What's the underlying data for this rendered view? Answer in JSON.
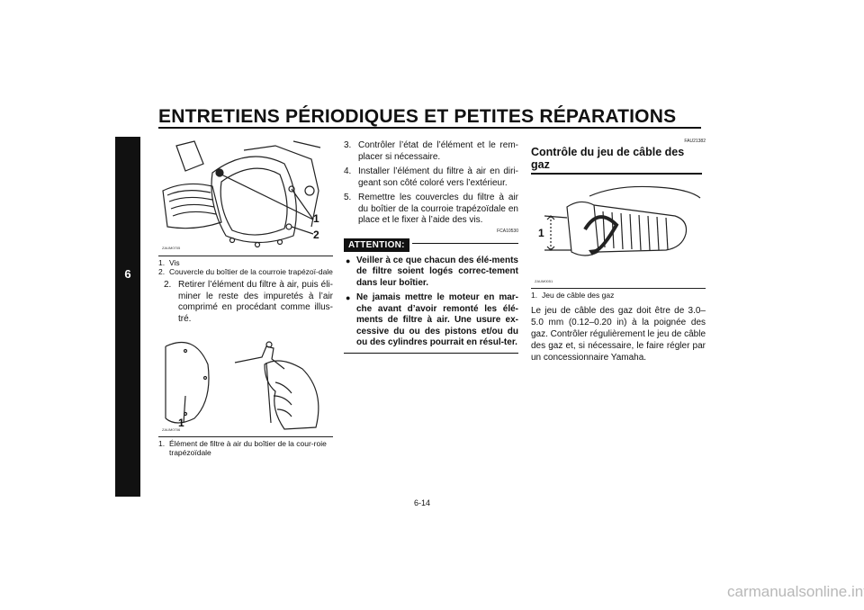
{
  "header": {
    "title": "ENTRETIENS PÉRIODIQUES ET PETITES RÉPARATIONS",
    "chapter_tab": "6"
  },
  "column1": {
    "figure1": {
      "code": "ZAUM0705",
      "callouts": [
        "1",
        "2"
      ],
      "captions": [
        {
          "num": "1.",
          "text": "Vis"
        },
        {
          "num": "2.",
          "text": "Couvercle du boîtier de la courroie trapézoï-dale"
        }
      ]
    },
    "step2": {
      "num": "2.",
      "text": "Retirer l’élément du filtre à air, puis éli-miner le reste des impuretés à l’air comprimé en procédant comme illus-tré."
    },
    "figure2": {
      "code": "ZAUM0706",
      "callouts": [
        "1"
      ],
      "captions": [
        {
          "num": "1.",
          "text": "Élément de filtre à air du boîtier de la cour-roie trapézoïdale"
        }
      ]
    }
  },
  "column2": {
    "steps": [
      {
        "num": "3.",
        "text": "Contrôler l’état de l’élément et le rem-placer si nécessaire."
      },
      {
        "num": "4.",
        "text": "Installer l’élément du filtre à air en diri-geant son côté coloré vers l’extérieur."
      },
      {
        "num": "5.",
        "text": "Remettre les couvercles du filtre à air du boîtier de la courroie trapézoïdale en place et le fixer à l’aide des vis."
      }
    ],
    "code": "FCA10530",
    "attention": {
      "label": "ATTENTION:",
      "bullets": [
        "Veiller à ce que chacun des élé-ments de filtre soient logés correc-tement dans leur boîtier.",
        "Ne jamais mettre le moteur en mar-che avant d’avoir remonté les élé-ments de filtre à air. Une usure ex-cessive du ou des pistons et/ou du ou des cylindres pourrait en résul-ter."
      ]
    }
  },
  "column3": {
    "code": "FAU21382",
    "section_title": "Contrôle du jeu de câble des gaz",
    "figure": {
      "code": "ZAUM0051",
      "callouts": [
        "1"
      ],
      "captions": [
        {
          "num": "1.",
          "text": "Jeu de câble des gaz"
        }
      ]
    },
    "paragraph": "Le jeu de câble des gaz doit être de 3.0–5.0 mm (0.12–0.20 in) à la poignée des gaz. Contrôler régulièrement le jeu de câble des gaz et, si nécessaire, le faire régler par un concessionnaire Yamaha."
  },
  "footer": {
    "page_number": "6-14",
    "watermark": "carmanualsonline.info"
  }
}
